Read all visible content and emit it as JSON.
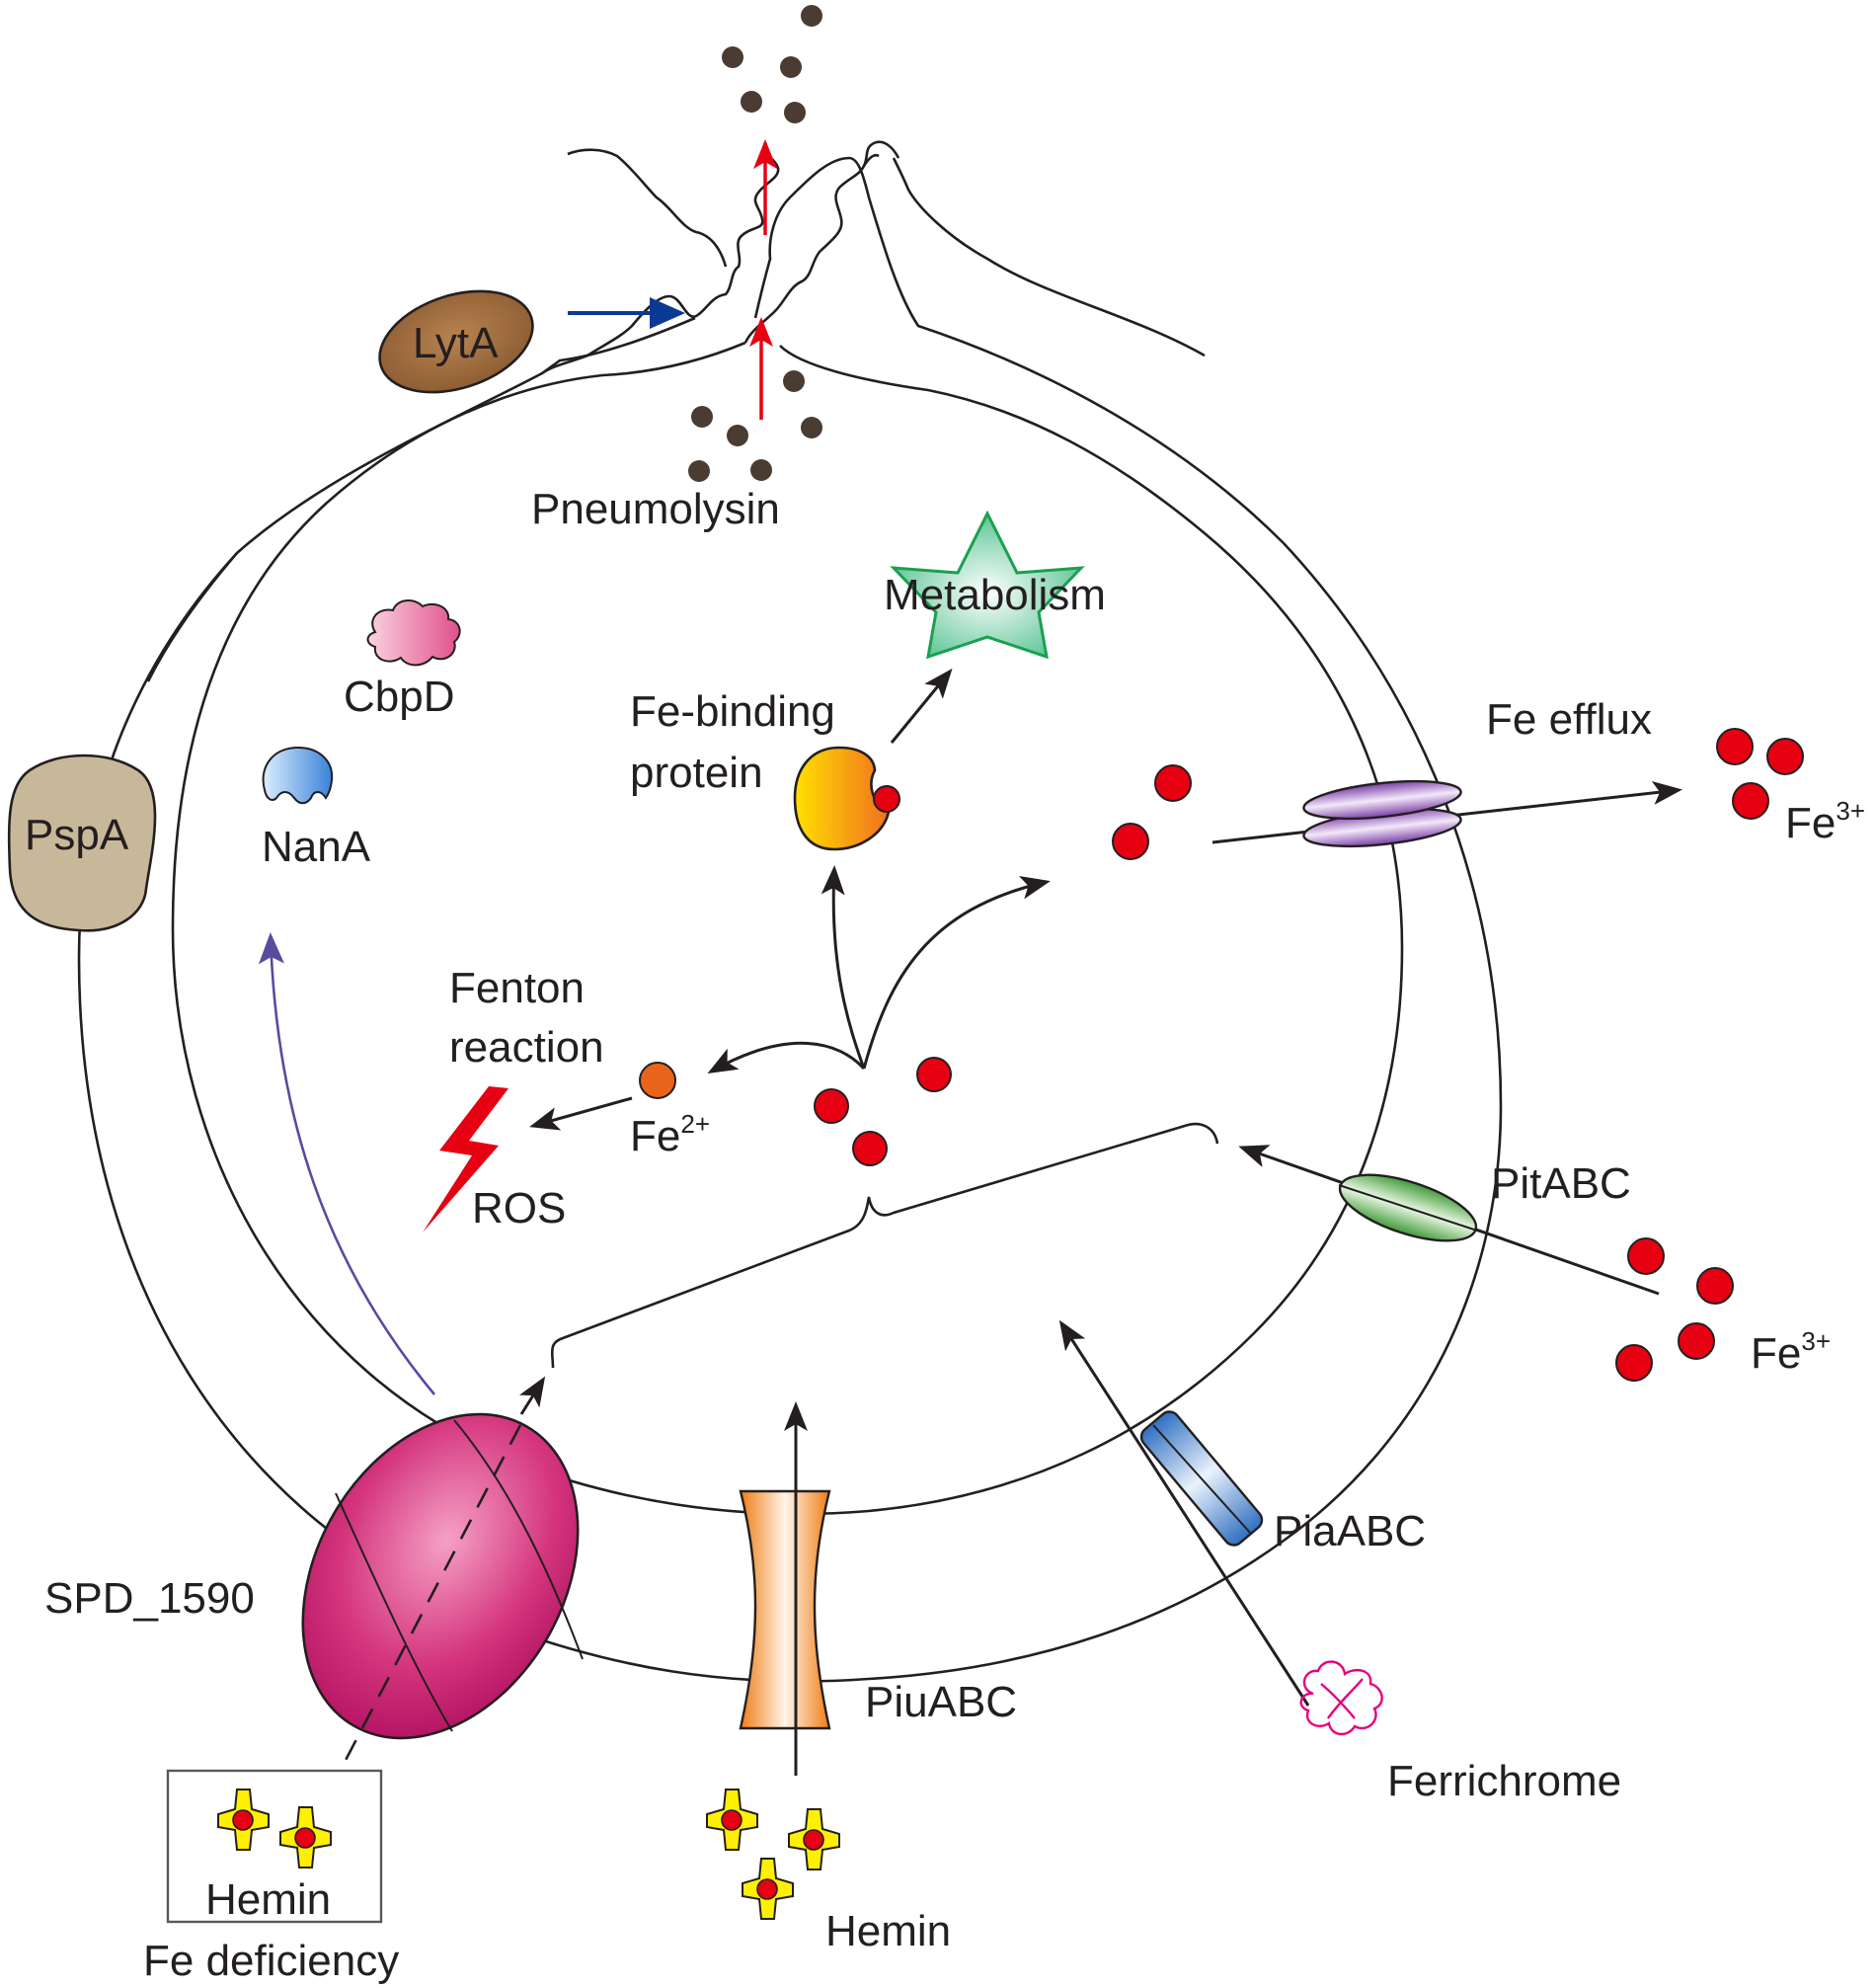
{
  "labels": {
    "lyta": "LytA",
    "pneumolysin": "Pneumolysin",
    "metabolism": "Metabolism",
    "cbpd": "CbpD",
    "fe_binding_1": "Fe-binding",
    "fe_binding_2": "protein",
    "fe_efflux": "Fe efflux",
    "pspa": "PspA",
    "nana": "NanA",
    "fe3_base": "Fe",
    "fe3_sup": "3+",
    "fe2_base": "Fe",
    "fe2_sup": "2+",
    "fenton_1": "Fenton",
    "fenton_2": "reaction",
    "ros": "ROS",
    "pitabc": "PitABC",
    "piaabc": "PiaABC",
    "spd1590": "SPD_1590",
    "piuabc": "PiuABC",
    "ferrichrome": "Ferrichrome",
    "hemin": "Hemin",
    "fe_deficiency": "Fe deficiency"
  },
  "colors": {
    "outline": "#231f20",
    "iron_red": "#e60012",
    "fe2_orange": "#e8641b",
    "toxin_dot": "#4a3c32",
    "up_arrow_red": "#e60012",
    "lyta_arrow_blue": "#0a3a94",
    "nana_arrow_purple": "#5a4aa0",
    "lyta_fill": "#9c6a3c",
    "pspa_fill": "#c8b89a",
    "cbpd_pink": "#e0608a",
    "nana_blue": "#5aa0e0",
    "metabolism_green": "#1aa050",
    "efflux_purple": "#8a50b0",
    "pitabc_green": "#5cb04a",
    "piaabc_blue": "#4a8ad0",
    "spd1590_magenta": "#c8186a",
    "piuabc_orange": "#f08a20",
    "ferrichrome_pink": "#e6007e",
    "hemin_yellow": "#fff000"
  }
}
